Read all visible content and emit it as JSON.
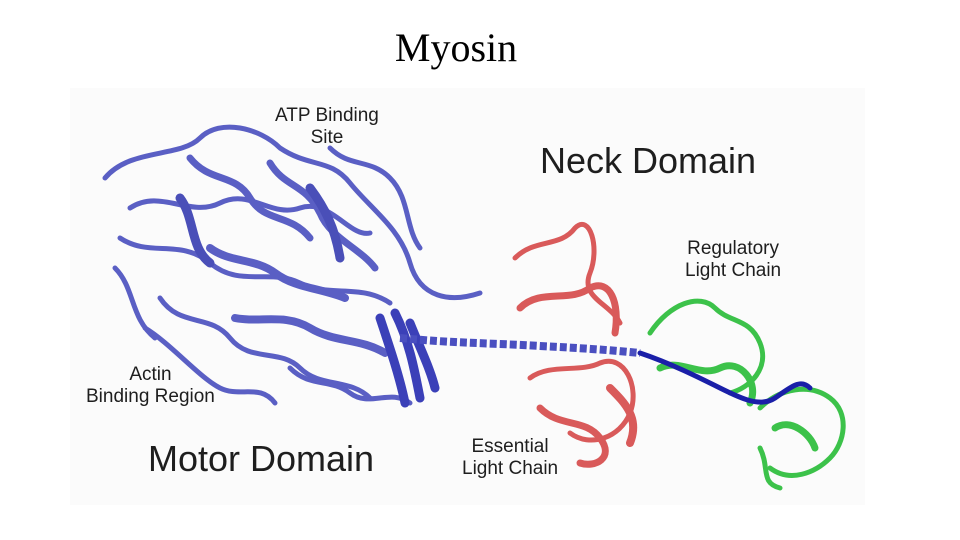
{
  "title": "Myosin",
  "labels": {
    "atp_site": [
      "ATP Binding",
      "Site"
    ],
    "neck_domain": "Neck Domain",
    "regulatory_chain": [
      "Regulatory",
      "Light Chain"
    ],
    "actin_region": [
      "Actin",
      "Binding Region"
    ],
    "motor_domain": "Motor Domain",
    "essential_chain": [
      "Essential",
      "Light Chain"
    ]
  },
  "colors": {
    "motor_domain": "#5a5fc4",
    "essential_light_chain": "#d95a5a",
    "regulatory_light_chain": "#3cc24a",
    "tail_helix": "#1a1fa8"
  }
}
